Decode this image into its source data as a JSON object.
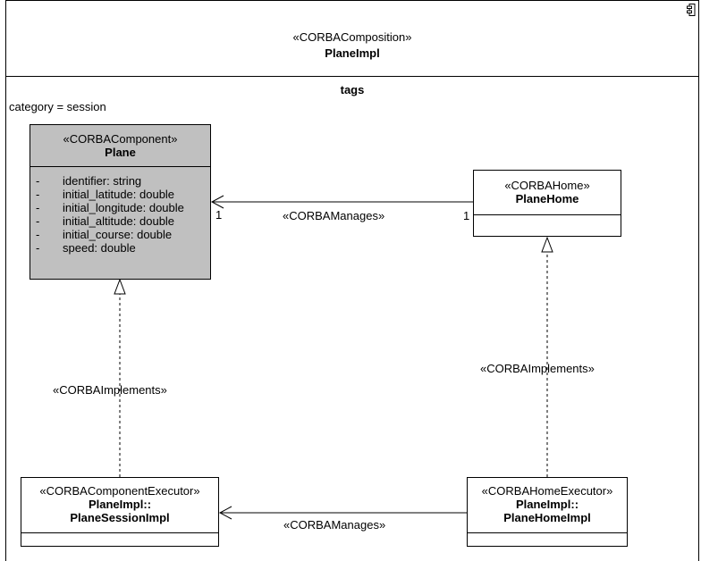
{
  "composition": {
    "stereotype": "«CORBAComposition»",
    "name": "PlaneImpl",
    "tags_label": "tags",
    "category": "category = session"
  },
  "plane": {
    "stereotype": "«CORBAComponent»",
    "name": "Plane",
    "attributes": [
      {
        "vis": "-",
        "text": "identifier:  string"
      },
      {
        "vis": "-",
        "text": "initial_latitude:  double"
      },
      {
        "vis": "-",
        "text": "initial_longitude:  double"
      },
      {
        "vis": "-",
        "text": "initial_altitude:  double"
      },
      {
        "vis": "-",
        "text": "initial_course:  double"
      },
      {
        "vis": "-",
        "text": "speed:  double"
      }
    ]
  },
  "plane_home": {
    "stereotype": "«CORBAHome»",
    "name": "PlaneHome"
  },
  "session_executor": {
    "stereotype": "«CORBAComponentExecutor»",
    "name_line1": "PlaneImpl::",
    "name_line2": "PlaneSessionImpl"
  },
  "home_executor": {
    "stereotype": "«CORBAHomeExecutor»",
    "name_line1": "PlaneImpl::",
    "name_line2": "PlaneHomeImpl"
  },
  "relations": {
    "manages_top": "«CORBAManages»",
    "manages_top_mult_left": "1",
    "manages_top_mult_right": "1",
    "implements_left": "«CORBAImplements»",
    "implements_right": "«CORBAImplements»",
    "manages_bottom": "«CORBAManages»"
  }
}
